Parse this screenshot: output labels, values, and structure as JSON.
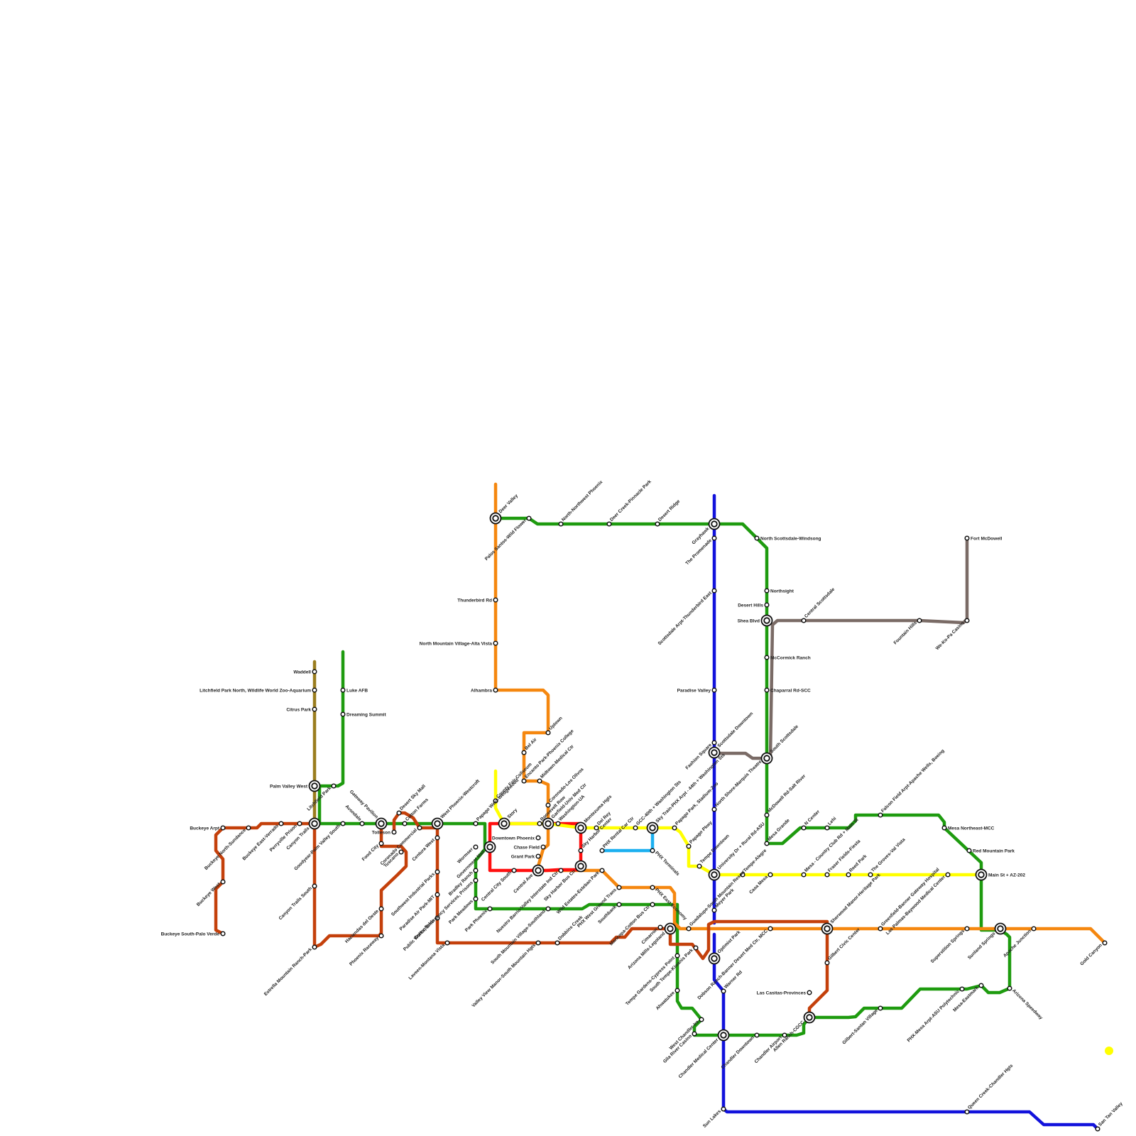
{
  "colors": {
    "orange": "#f5870f",
    "green": "#1e9b0f",
    "rust": "#c4400b",
    "blue": "#1212dc",
    "red": "#ff1010",
    "yellow": "#ffff00",
    "brown": "#7a6b66",
    "olive": "#9a7d1e",
    "cyan": "#1cb0f0"
  },
  "stations": {
    "deer_valley": "Deer Valley",
    "palo_santos": "Palos Santos-Wild Flower",
    "nnw_phoenix": "North-Northwest Phoenix",
    "deer_creek": "Deer Creek-Pinnacle Park",
    "desert_ridge": "Desert Ridge",
    "grayhawk": "Grayhawk",
    "the_promenade": "The Promenade",
    "n_scottsdale_windsong": "North Scottsdale-Windsong",
    "northsight": "Northsight",
    "desert_hills": "Desert Hills",
    "shea_blvd": "Shea Blvd",
    "central_scottsdale": "Central Scottsdale",
    "fountain_hills": "Fountain Hills",
    "we_ko_pa": "We-Ko-Pa Casino",
    "fort_mcdowell": "Fort McDowell",
    "scottsdale_arpt": "Scottsdale Arpt-Thunderbird East",
    "mccormick_ranch": "McCormick Ranch",
    "chaparral": "Chaparral Rd-SCC",
    "paradise_valley": "Paradise Valley",
    "fashion_square": "Fashion Square",
    "scottsdale_downtown": "Scottsdale Downtown",
    "south_scottsdale": "South Scottsdale",
    "thunderbird_rd": "Thunderbird Rd",
    "nm_village": "North Mountain Village-Alta Vista",
    "alhambra": "Alhambra",
    "uptown": "Uptown",
    "bel_air": "Bel Air",
    "encanto": "Encanto Park-Phoenix College",
    "midtown": "Midtown-Medical Ctr",
    "county_fair": "County Fair-Coliseum",
    "papago_west": "Papago West-Wedgewood",
    "story": "Story",
    "coronado": "Coronado-Los Olivos",
    "garfield": "Garfield-Univ Med Ctr",
    "roosevelt": "Roosevelt Row",
    "washington_ua": "Washington-UA",
    "montezuma": "Montezuma Hgts",
    "del_rey": "Del Rey",
    "sky_harbor_center": "Sky Harbor Center",
    "downtown_phoenix": "Downtown Phoenix",
    "chase_field": "Chase Field",
    "grant_park": "Grant Park",
    "central_ave": "Central Ave",
    "central_city_south": "Central City South",
    "government_mall": "Government Mall",
    "wormser": "Wormser",
    "brazilla": "Bradley Ranch",
    "park_meadows": "Park Meadows",
    "park_phoenix": "Park Phoenix",
    "sky_harbor_bus": "Sky Harbor Bus Ctr",
    "nuestro_barrio": "Nuestro Barrio-Valley Interstate Ind Ctr",
    "south_mountain_village": "South Mountain Village-Southland",
    "dobbins": "Dobbins Creek",
    "valley_view": "Valley View Manor-South Mountain Hgts",
    "phx_west_ground": "PHX West Ground Trans",
    "phx_rental": "PHX Rental Car Ctr",
    "gcc_40th": "GCC-40th + Washington Sts",
    "sky_train": "Sky Train-PHX Arpt - 44th + Washington Sts",
    "phx_terminals": "PHX Terminals",
    "phx_east_economy": "PHX East Economy",
    "southbank": "Southbank",
    "maricopa_cotton": "Maricopa-Cotton Bus Ctr",
    "wildlife_estates": "Wild Estates-Esteban Park",
    "papago_park": "Papago Park, Stadium-Zoo",
    "papago_pkwy": "Papago Pkwy",
    "tempe_downtown": "Tempe Downtown",
    "north_shore": "North Shore-Marquis Theatre",
    "univ_dr": "University Dr + Rural Rd-ASU",
    "tempe_alegre": "Tempe-Alegre",
    "casa_mesa": "Casa Mesa",
    "mesa_grande": "Mesa Grande",
    "mcdowell_salt": "McDowell Rd-Salt River",
    "n_center": "N Center",
    "lehi": "Lehi",
    "falcon_field": "Falcon Field Arpt-Apache Wells, Boeing",
    "mesa_northeast": "Mesa Northeast-MCC",
    "red_mountain": "Red Mountain Park",
    "main_st_202": "Main St + AZ-202",
    "mesa_country_club": "Mesa - Country Club Rd + Main St",
    "fraser_fields": "Fraser Fields-Fiesta",
    "reed_park": "Reed Park",
    "groves": "The Groves-Val Vista",
    "sherwood": "Sherwood Manor-Heritage Park",
    "greenfield": "Greenfield-Banner Gateway Hospital",
    "las_palmas": "Las Palmas-Baywood Medical Center",
    "superstition": "Superstition Springs",
    "sunland": "Sunland Springs",
    "apache_junction": "Apache Junction",
    "gold_canyon": "Gold Canyon",
    "gilbert_civic": "Gilbert Civic Center",
    "mesa_eastmark": "Mesa-Eastmark",
    "phx_mesa_arpt": "PHX-Mesa Arpt-ASU Polytechnic",
    "arizona_speedway": "Arizona Speedway",
    "gilbert_santan": "Gilbert-Santan Village",
    "las_casitas": "Las Casitas-Provinces",
    "allen_ranch": "Allen Ranch-CGCC",
    "chandler_airport": "Chandler Airport",
    "chandler_downtown": "Chandler Downtown",
    "chandler_medical": "Chandler Medical Center",
    "warner_rd": "Warner Rd",
    "dobson_ranch": "Dobson Ranch-Banner Desert Med Ctr, MCC",
    "optimist_park": "Optimist Park",
    "meyer_park": "Meyer Park",
    "guadalupe": "Guadalupe-South Mountain Resort",
    "cimarron": "Cimarron",
    "arizona_mills": "Arizona Mills-Legoland",
    "tempe_gardens": "Tempe Gardens-Cypress Point",
    "kiwanis": "South Tempe-Kiwanis Park",
    "ahwatukee": "Ahwatukee",
    "wear_chandler": "West Chandler-Ira",
    "gila_river": "Gila River Casino",
    "sun_lakes": "Sun Lakes",
    "queen_creek": "Queen Creek-Chandler Hgts",
    "san_tan_valley": "San Tan Valley",
    "waddell": "Waddell",
    "litchfield": "Litchfield Park North, Wildlife World Zoo-Aquarium",
    "citrus_park": "Citrus Park",
    "luke_afb": "Luke AFB",
    "dreaming_summit": "Dreaming Summit",
    "palm_valley_west": "Palm Valley West",
    "litchfield_park": "Litchfield Park",
    "buckeye_arpt": "Buckeye Arpt",
    "buckeye_north": "Buckeye North-Sundance",
    "buckeye_east": "Buckeye East-Verrado",
    "perryville": "Perryville Prison",
    "canyon_trails": "Canyon Trails",
    "buckeye_west": "Buckeye West",
    "buckeye_south": "Buckeye South-Palo Verde",
    "canyon_trails_south": "Canyon Trails South",
    "estrella": "Estrella Mountain Ranch-Park",
    "goodyear": "Goodyear-Palm Valley South",
    "avondale": "Avondale",
    "gateway_pavilion": "Gateway Pavilion",
    "tolleson": "Tolleson",
    "desert_sky": "Desert Sky Mall",
    "maryvale": "Cotton Farms",
    "food_city": "Food City",
    "tuscano": "Tuscano",
    "coronado_comm": "Coronado Commercial",
    "centura_west": "Centura West",
    "w_phoenix_westcroft": "West Phoenix-Westcroft",
    "sw_industrial": "Southwest Industrial Parks",
    "paradise_air": "Paradise Air Park-MIT",
    "public_works": "Public Works, Emergency Services, Prisons",
    "cottonfields": "Cottonfields",
    "laveen": "Laveen-Montana Vista",
    "haciendas": "Haciendas del Oeste",
    "phoenix_raceway": "Phoenix Raceway"
  }
}
